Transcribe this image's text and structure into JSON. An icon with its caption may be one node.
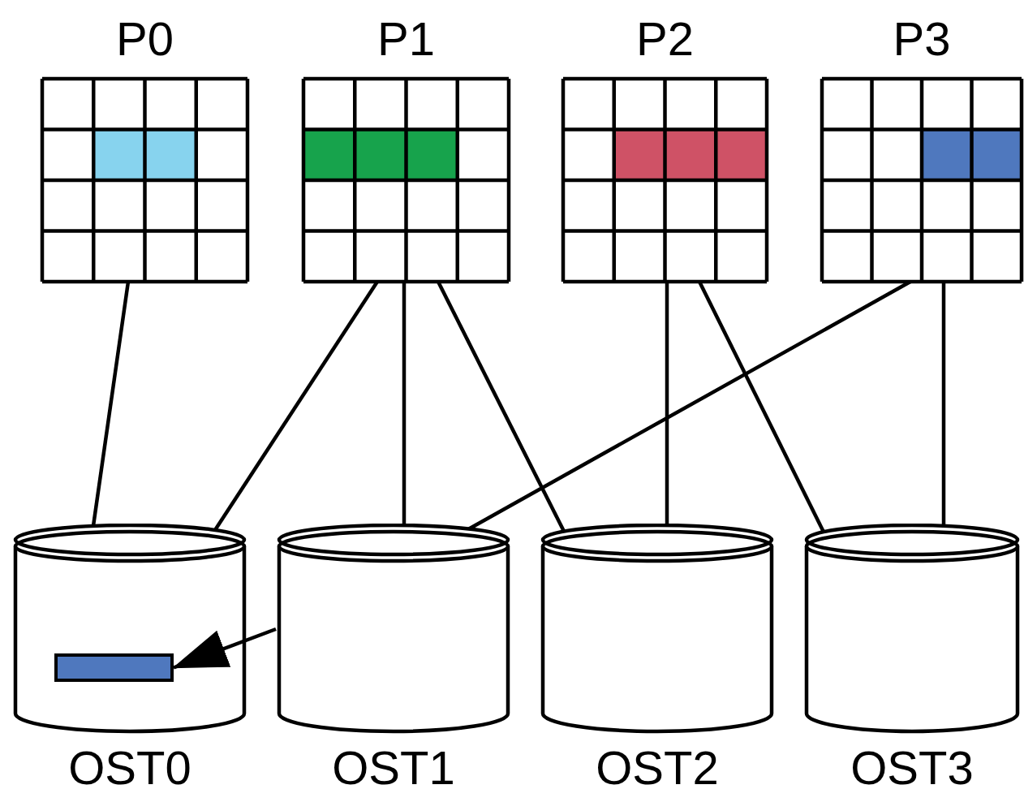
{
  "diagram": {
    "nodes": [
      {
        "text": [
          "P0"
        ]
      },
      {
        "text": [
          "P1"
        ]
      },
      {
        "text": [
          "P2"
        ]
      },
      {
        "text": [
          "P3"
        ]
      },
      {
        "text": [
          "OST0"
        ]
      },
      {
        "text": [],
        "shape": "bar",
        "in": 4
      },
      {
        "text": [
          "OST1"
        ]
      },
      {
        "text": [
          "OST2"
        ]
      },
      {
        "text": [
          "OST3"
        ]
      }
    ],
    "edges": [
      {
        "from": 0,
        "to": 4,
        "arrow": "none"
      },
      {
        "from": 1,
        "to": 4,
        "arrow": "none"
      },
      {
        "from": 1,
        "to": 6,
        "arrow": "none"
      },
      {
        "from": 1,
        "to": 7,
        "arrow": "none"
      },
      {
        "from": 2,
        "to": 7,
        "arrow": "none"
      },
      {
        "from": 2,
        "to": 8,
        "arrow": "none"
      },
      {
        "from": 3,
        "to": 6,
        "arrow": "none"
      },
      {
        "from": 3,
        "to": 8,
        "arrow": "none"
      },
      {
        "from": 6,
        "to": 5,
        "arrow": "to"
      }
    ]
  }
}
